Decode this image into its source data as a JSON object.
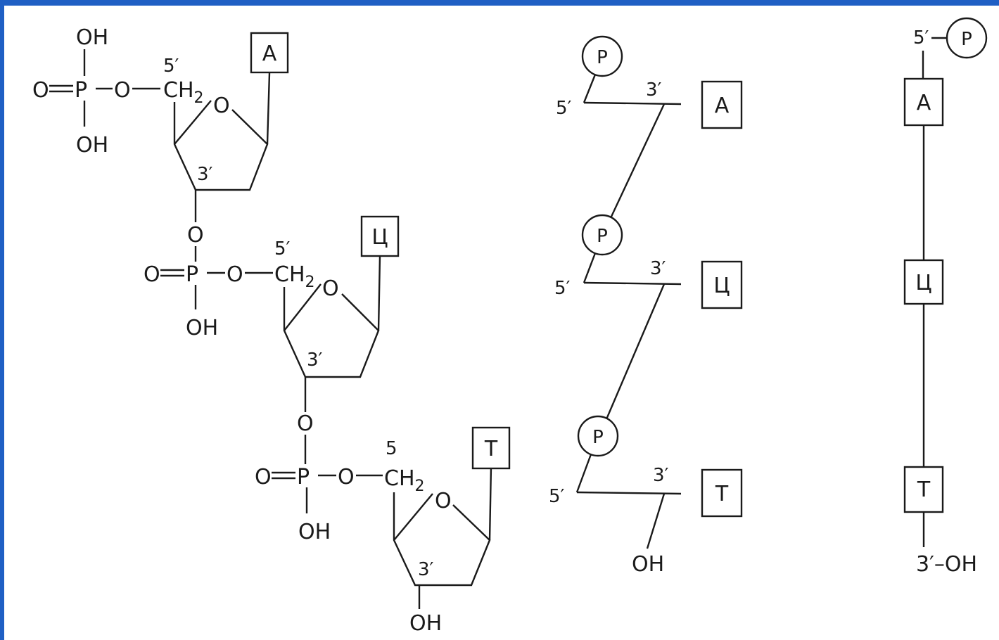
{
  "structural": {
    "phosphate": {
      "p": "P",
      "o": "O",
      "oh": "OH",
      "ch2": "CH",
      "ch2_sub": "2"
    },
    "prime5": "5′",
    "prime3": "3′",
    "prime5_unprimed": "5",
    "terminal_oh": "OH",
    "bases": [
      "A",
      "Ц",
      "T"
    ]
  },
  "zigzag": {
    "p_label": "P",
    "prime5": "5′",
    "prime3": "3′",
    "terminal_oh": "OH",
    "bases": [
      "A",
      "Ц",
      "T"
    ]
  },
  "linear": {
    "prime5": "5′",
    "p_label": "P",
    "terminal": "3′–OH",
    "bases": [
      "A",
      "Ц",
      "T"
    ]
  }
}
